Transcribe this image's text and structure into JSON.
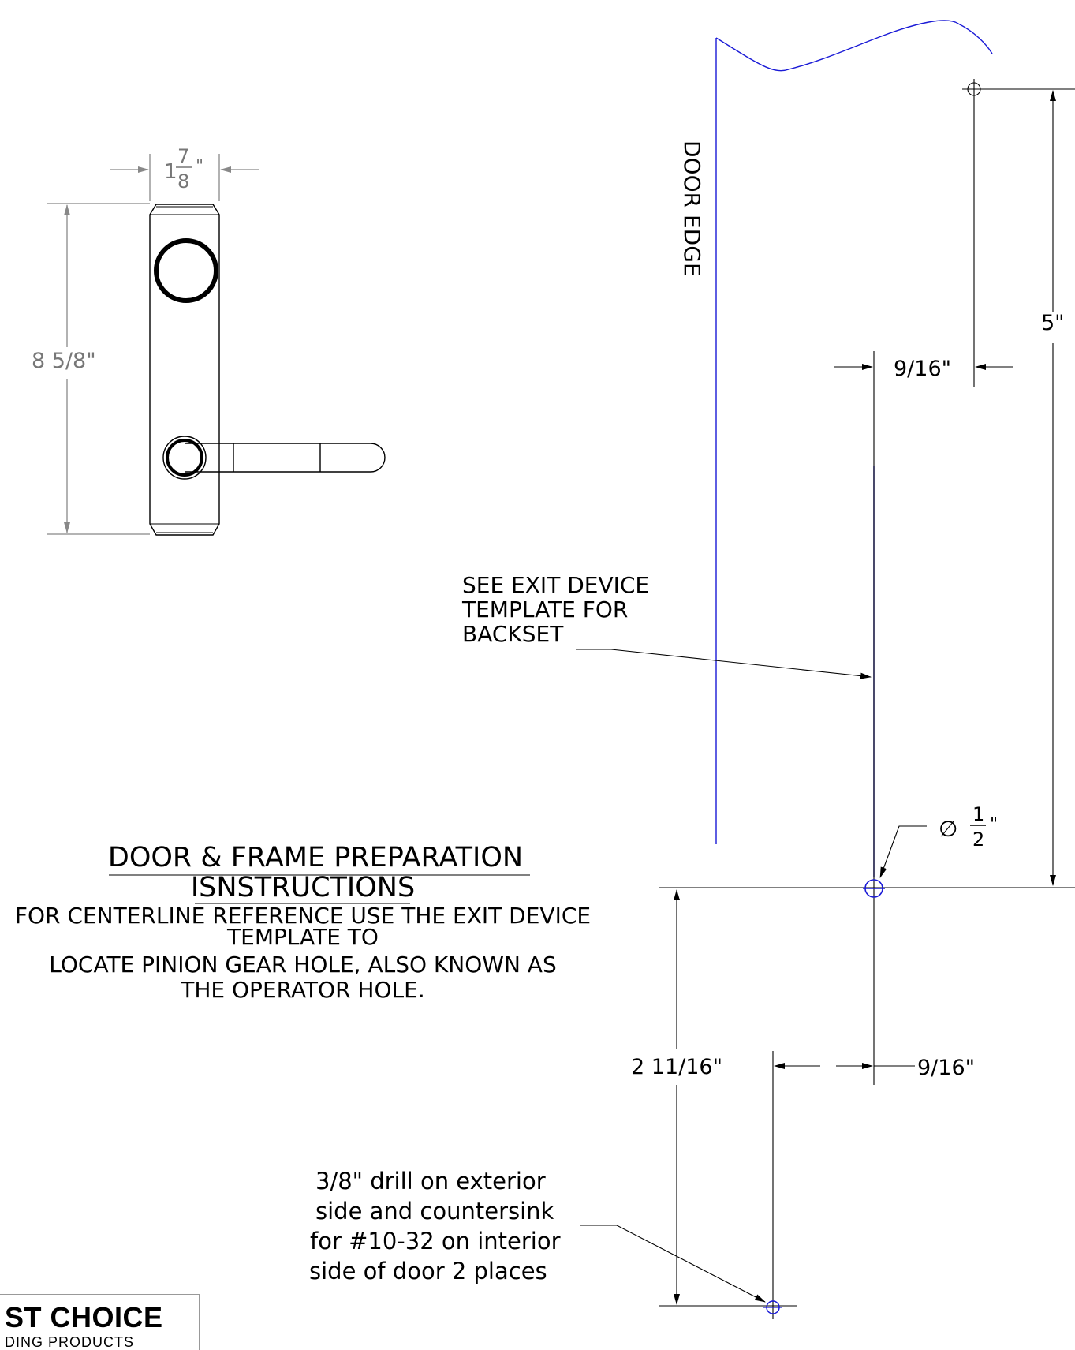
{
  "handle_view": {
    "width_whole": "1",
    "width_num": "7",
    "width_den": "8",
    "width_unit": "\"",
    "height_label": "8 5/8\""
  },
  "door": {
    "edge_label": "DOOR EDGE",
    "dim_5": "5\"",
    "dim_9_16_top": "9/16\"",
    "dim_9_16_bottom": "9/16\"",
    "dim_2_11_16": "2 11/16\"",
    "dia_symbol": "∅",
    "dia_num": "1",
    "dia_den": "2",
    "dia_unit": "\""
  },
  "backset_note": {
    "line1": "SEE EXIT DEVICE",
    "line2": "TEMPLATE FOR",
    "line3": "BACKSET"
  },
  "instructions": {
    "title_line1": "DOOR & FRAME PREPARATION",
    "title_line2": "ISNSTRUCTIONS",
    "body_line1": "FOR CENTERLINE REFERENCE USE THE EXIT DEVICE",
    "body_line2": "TEMPLATE TO",
    "body_line3": "LOCATE PINION GEAR HOLE, ALSO KNOWN AS",
    "body_line4": "THE OPERATOR HOLE."
  },
  "drill_note": {
    "line1": "3/8\" drill on exterior",
    "line2": "side and countersink",
    "line3": "for #10-32 on interior",
    "line4": "side of door 2 places"
  },
  "logo": {
    "main": "ST CHOICE",
    "sub": "DING PRODUCTS"
  },
  "colors": {
    "line": "#000000",
    "door_edge": "#1a1ad6",
    "dimension_gray": "#888888"
  }
}
